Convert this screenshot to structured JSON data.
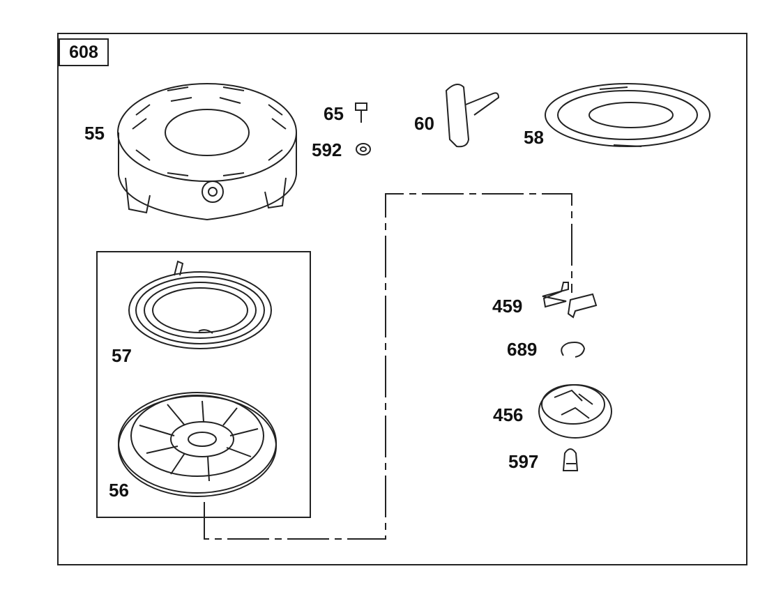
{
  "diagram": {
    "kit_number": "608",
    "callouts": {
      "part_55": "55",
      "part_65": "65",
      "part_592": "592",
      "part_60": "60",
      "part_58": "58",
      "part_57": "57",
      "part_56": "56",
      "part_459": "459",
      "part_689": "689",
      "part_456": "456",
      "part_597": "597"
    }
  }
}
